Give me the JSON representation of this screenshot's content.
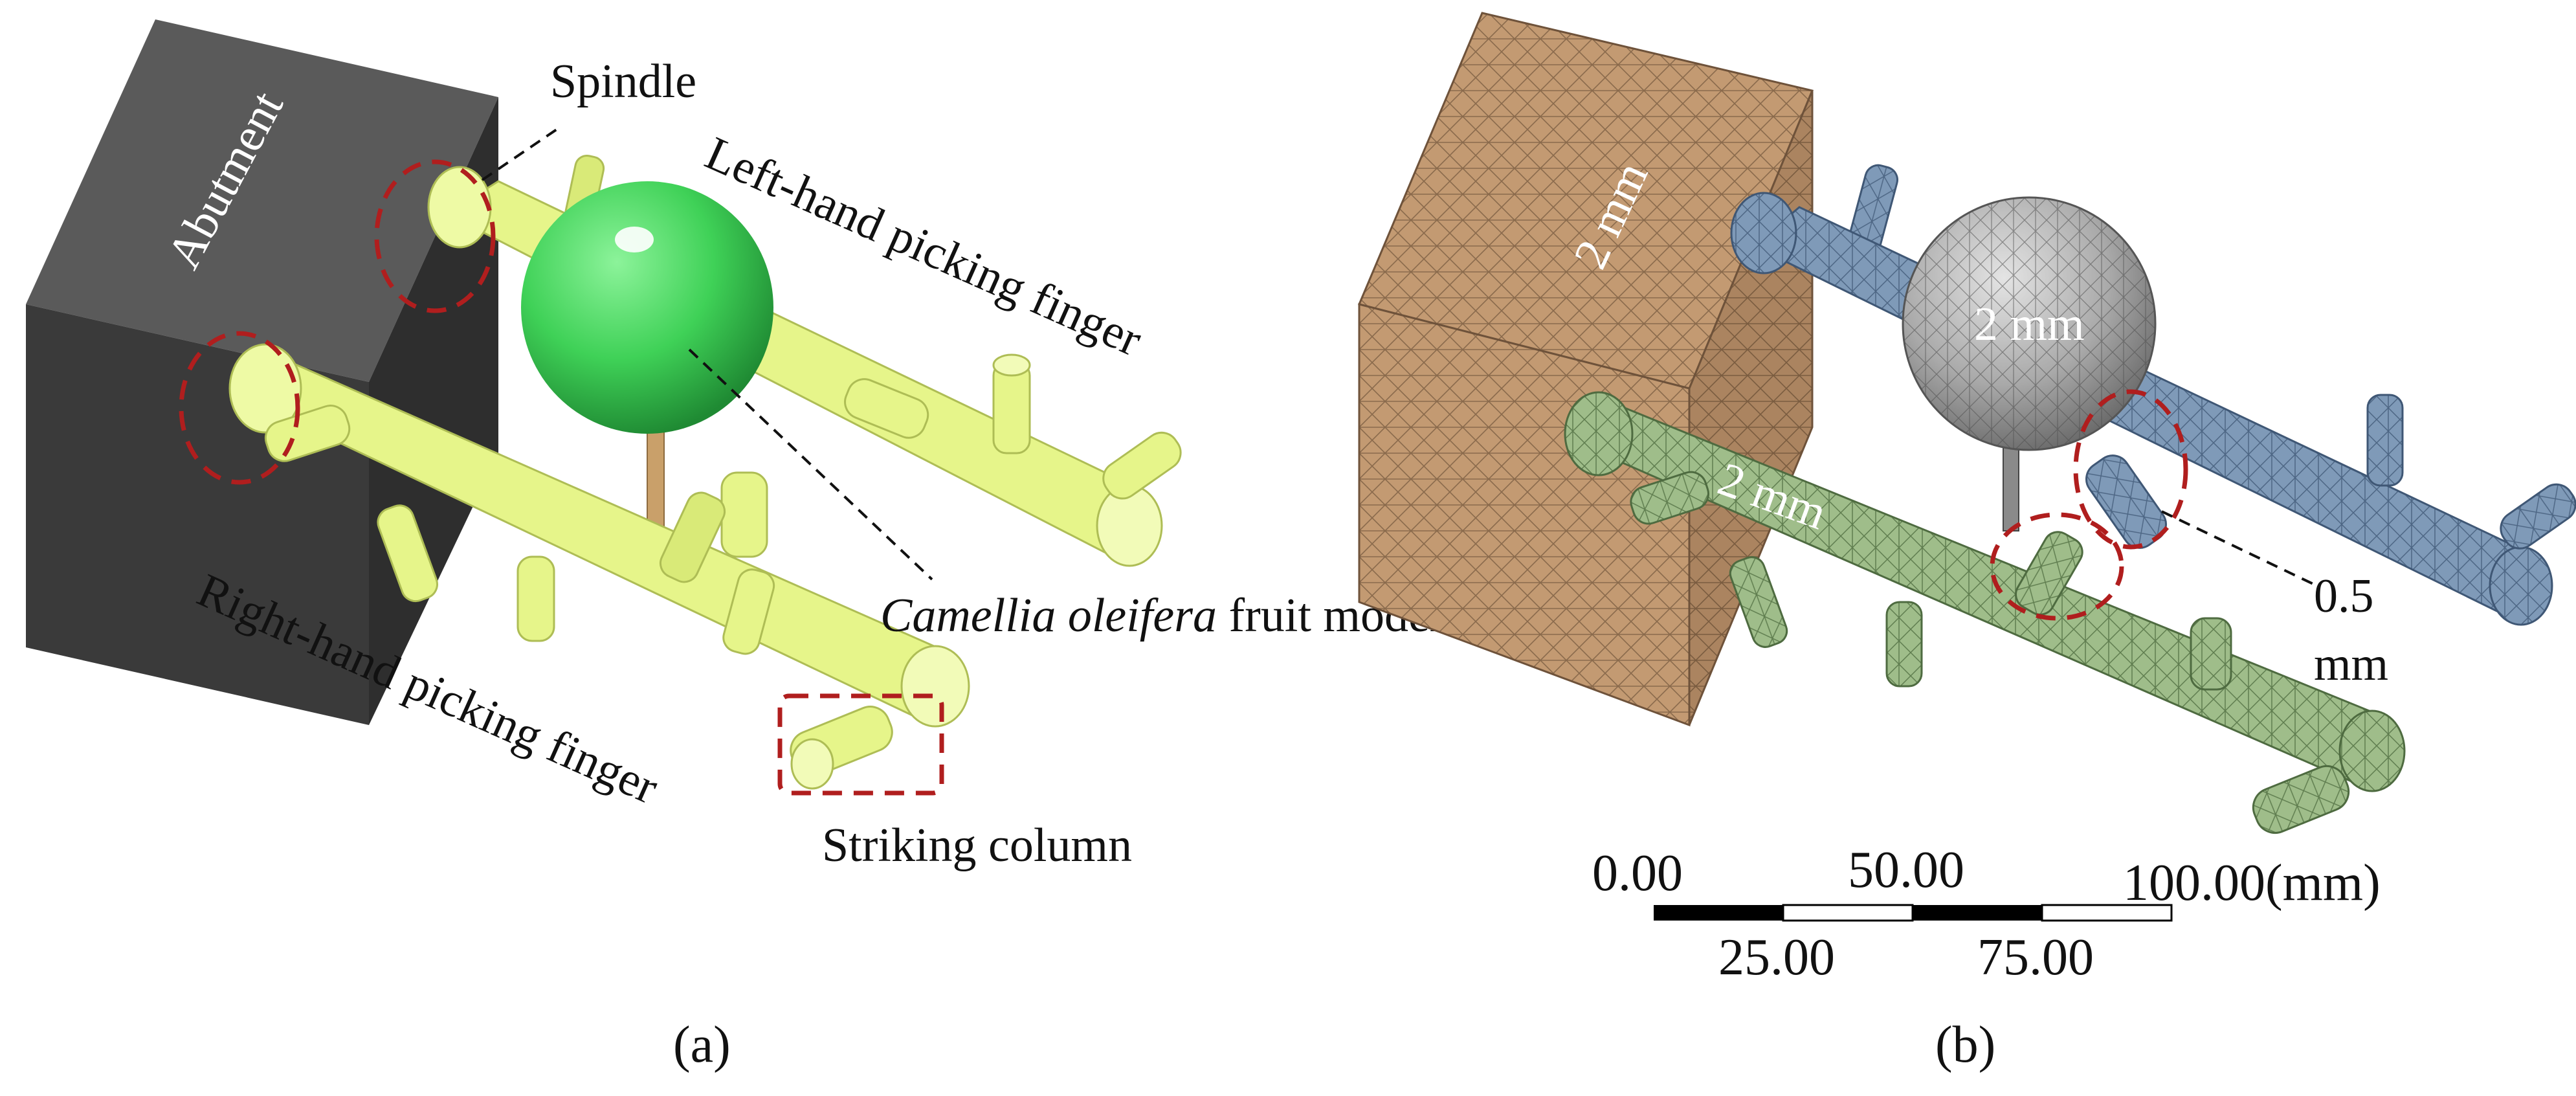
{
  "panel_a": {
    "caption": "(a)",
    "labels": {
      "abutment": "Abutment",
      "spindle": "Spindle",
      "left_finger": "Left-hand picking finger",
      "right_finger": "Right-hand picking finger",
      "fruit_italic": "Camellia oleifera",
      "fruit_rest": " fruit model",
      "striking_column": "Striking column"
    },
    "colors": {
      "abutment": "#3a3a3a",
      "finger": "#e6f58a",
      "fruit": "#3fd157",
      "stem": "#c9a06a",
      "highlight": "#b01e1e"
    }
  },
  "panel_b": {
    "caption": "(b)",
    "mesh_labels": {
      "abutment": "2 mm",
      "fruit": "2 mm",
      "right_finger": "2 mm",
      "refined_1": "0.5",
      "refined_2": "mm"
    },
    "colors": {
      "abutment": "#c39a72",
      "left_finger": "#7f9ab8",
      "right_finger": "#9fbd8a",
      "fruit": "#a9a9a9",
      "highlight": "#b01e1e"
    },
    "scale_bar": {
      "top_ticks": [
        "0.00",
        "50.00",
        "100.00(mm)"
      ],
      "bottom_ticks": [
        "25.00",
        "75.00"
      ]
    }
  }
}
